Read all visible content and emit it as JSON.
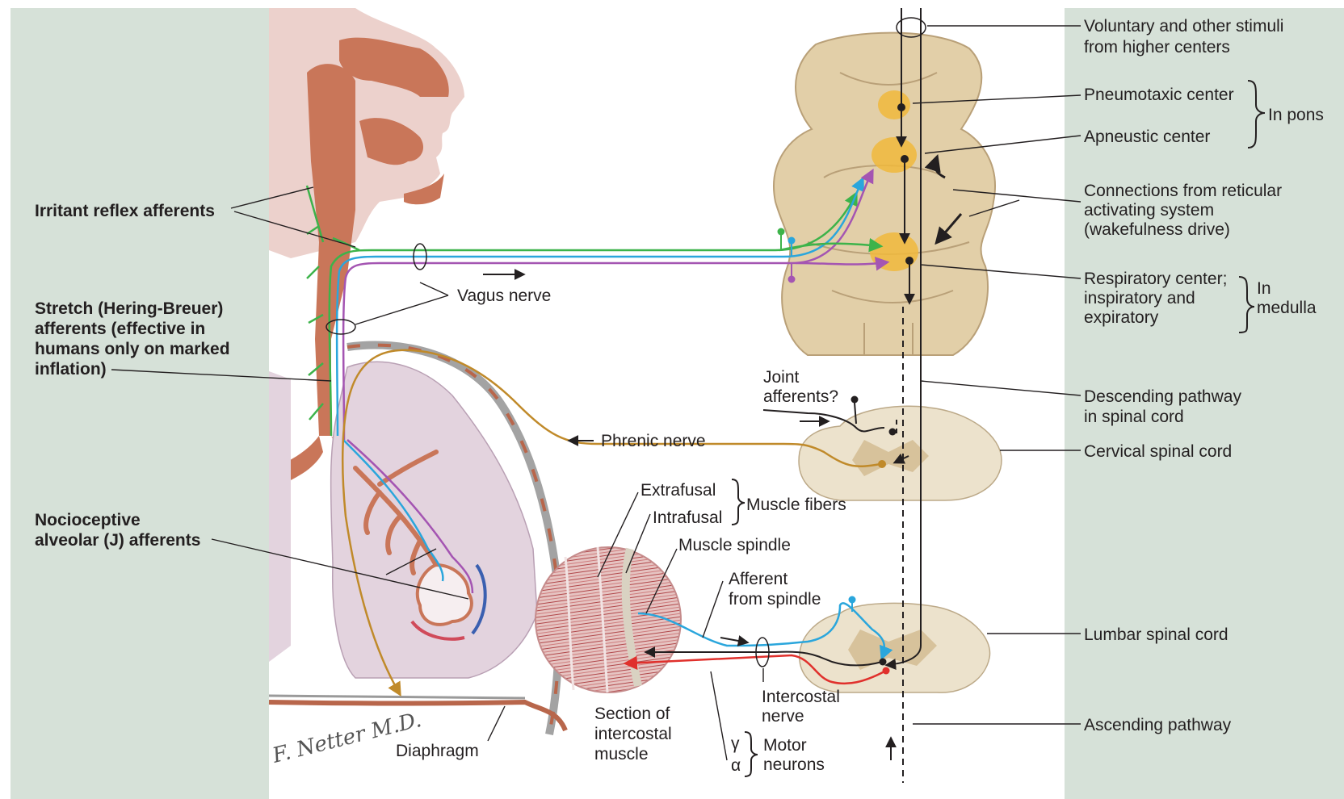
{
  "colors": {
    "panel": "#d6e1d8",
    "green_afferent": "#3db34a",
    "blue_afferent": "#2aa6dc",
    "purple_afferent": "#a455b2",
    "phrenic": "#c08a2a",
    "efferent_red": "#e0302c",
    "tissue_airway": "#c97659",
    "lung": "#e3d3de",
    "brainstem": "#e2cfa8",
    "center_highlight": "#f0b93c",
    "spinal_cord": "#ece2cc"
  },
  "labels": {
    "voluntary": [
      "Voluntary and other stimuli",
      "from higher centers"
    ],
    "pneumotaxic": "Pneumotaxic center",
    "apneustic": "Apneustic center",
    "in_pons": "In pons",
    "reticular": [
      "Connections from reticular",
      "activating system",
      "(wakefulness drive)"
    ],
    "respiratory": [
      "Respiratory center;",
      "inspiratory and",
      "expiratory"
    ],
    "in_medulla": [
      "In",
      "medulla"
    ],
    "descending": [
      "Descending pathway",
      "in spinal cord"
    ],
    "cervical": "Cervical spinal cord",
    "lumbar": "Lumbar spinal cord",
    "ascending": "Ascending pathway",
    "irritant": "Irritant reflex afferents",
    "stretch": [
      "Stretch (Hering-Breuer)",
      "afferents (effective in",
      "humans only on marked",
      "inflation)"
    ],
    "nociceptive": [
      "Nocioceptive",
      "alveolar (J) afferents"
    ],
    "vagus": "Vagus nerve",
    "phrenic": "Phrenic nerve",
    "joint": [
      "Joint",
      "afferents?"
    ],
    "extrafusal": "Extrafusal",
    "intrafusal": "Intrafusal",
    "muscle_fibers": "Muscle fibers",
    "muscle_spindle": "Muscle spindle",
    "afferent_spindle": [
      "Afferent",
      "from spindle"
    ],
    "intercostal_nerve": [
      "Intercostal",
      "nerve"
    ],
    "section": [
      "Section of",
      "intercostal",
      "muscle"
    ],
    "gamma": "γ",
    "alpha": "α",
    "motor": [
      "Motor",
      "neurons"
    ],
    "diaphragm": "Diaphragm",
    "signature": "F. Netter M.D."
  }
}
